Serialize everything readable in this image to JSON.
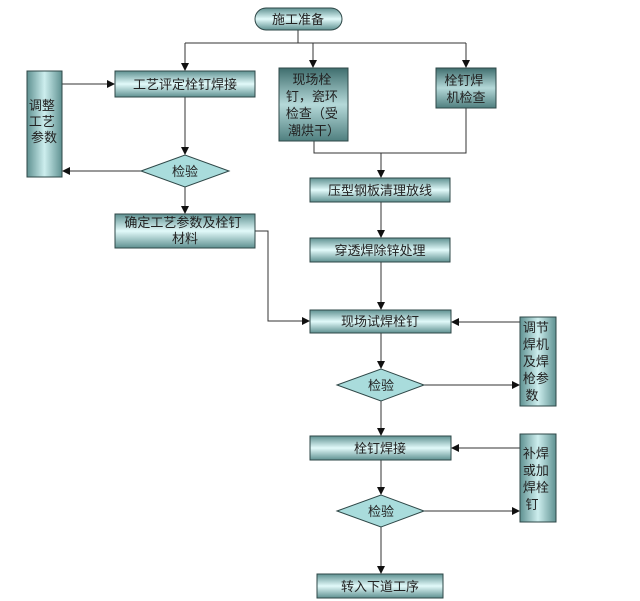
{
  "nodes": {
    "start": "施工准备",
    "process_eval": "工艺评定栓钉焊接",
    "adjust_process": [
      "调整",
      "工艺",
      "参数"
    ],
    "check1": "检验",
    "confirm_params": [
      "确定工艺参数及栓钉",
      "材料"
    ],
    "site_check": [
      "现场栓",
      "钉，瓷环",
      "检查（受",
      "潮烘干）"
    ],
    "welder_check": [
      "栓钉焊",
      "机检查"
    ],
    "clean_deck": "压型钢板清理放线",
    "dezinc": "穿透焊除锌处理",
    "trial_weld": "现场试焊栓钉",
    "check2": "检验",
    "adjust_welder": [
      "调节",
      "焊机",
      "及焊",
      "枪参",
      "数"
    ],
    "stud_weld": "栓钉焊接",
    "check3": "检验",
    "rework": [
      "补焊",
      "或加",
      "焊栓",
      "钉"
    ],
    "next": "转入下道工序"
  },
  "colors": {
    "dark": "#4f8080",
    "light": "#e2fafa",
    "diamond": "#a9dcdc"
  }
}
